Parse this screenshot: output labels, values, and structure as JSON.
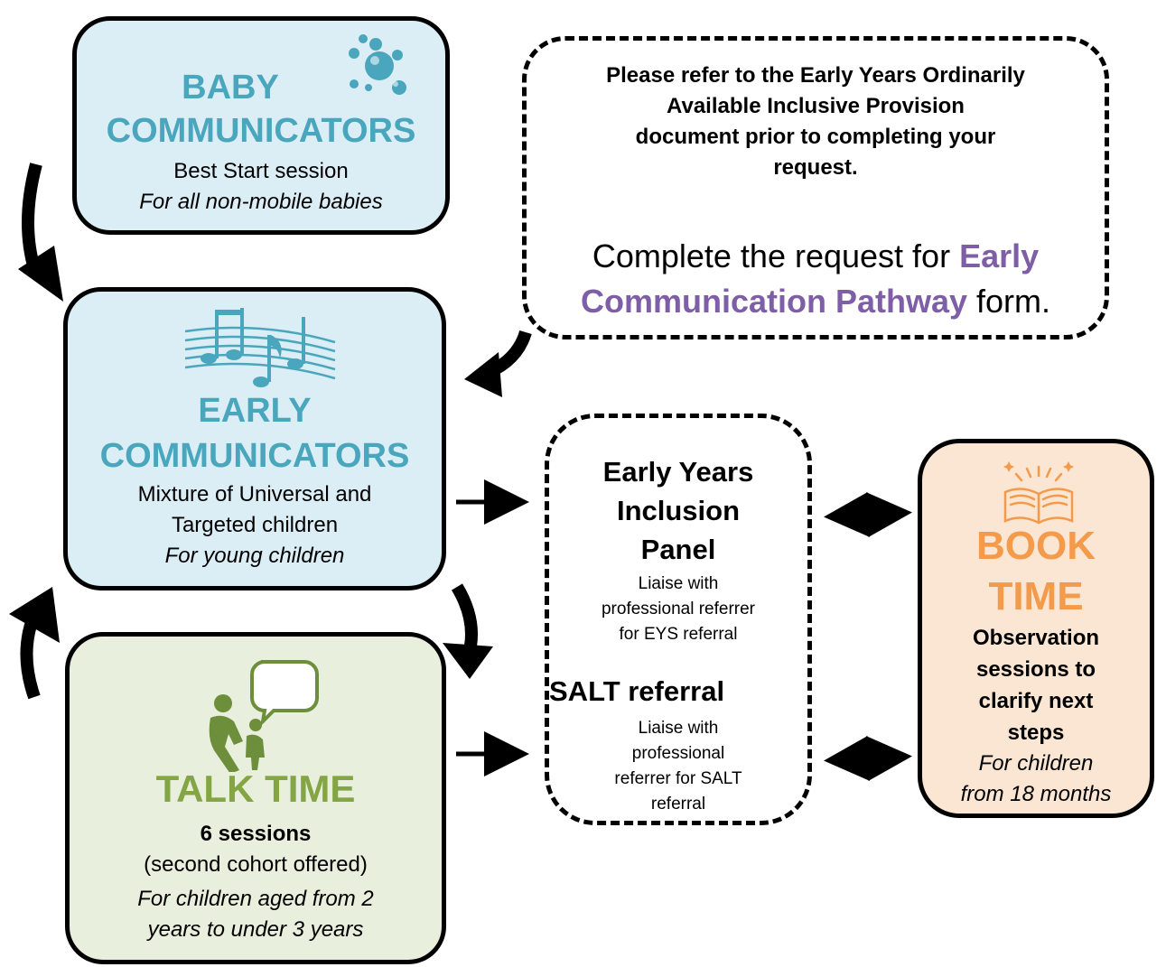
{
  "colors": {
    "baby_fill": "#dbeef5",
    "early_fill": "#dbeef5",
    "talk_fill": "#e8efdd",
    "book_fill": "#fbe5d3",
    "blue_accent": "#4aa6bd",
    "green_accent": "#84a543",
    "orange_accent": "#f49a4b",
    "purple_accent": "#7e5ea6"
  },
  "icons": {
    "baby": "bubbles-icon",
    "early": "music-notes-icon",
    "talk": "adult-child-speech-icon",
    "book": "open-book-sparkle-icon"
  },
  "baby": {
    "title_line1": "BABY",
    "title_line2": "COMMUNICATORS",
    "line1": "Best Start session",
    "line2": "For all non-mobile babies"
  },
  "early": {
    "title_line1": "EARLY",
    "title_line2": "COMMUNICATORS",
    "line1": "Mixture of Universal and",
    "line2": "Targeted children",
    "line3": "For young children"
  },
  "talk": {
    "title": "TALK TIME",
    "line1": "6 sessions",
    "line2": "(second cohort offered)",
    "line3": "For children aged from 2",
    "line4": "years to under 3 years"
  },
  "info": {
    "bold_line1": "Please refer to the Early Years Ordinarily",
    "bold_line2": "Available Inclusive Provision",
    "bold_line3": "document prior to completing your",
    "bold_line4": "request.",
    "complete_prefix": "Complete the request for",
    "highlight_line1": "Early",
    "highlight_line2": "Communication Pathway",
    "complete_suffix": "form."
  },
  "panel": {
    "title_line1": "Early Years",
    "title_line2": "Inclusion",
    "title_line3": "Panel",
    "desc1_line1": "Liaise with",
    "desc1_line2": "professional referrer",
    "desc1_line3": "for EYS referral",
    "salt_title": "SALT referral",
    "desc2_line1": "Liaise with",
    "desc2_line2": "professional",
    "desc2_line3": "referrer for SALT",
    "desc2_line4": "referral"
  },
  "book": {
    "title_line1": "BOOK",
    "title_line2": "TIME",
    "line1": "Observation",
    "line2": "sessions to",
    "line3": "clarify next",
    "line4": "steps",
    "line5": "For children",
    "line6": "from 18 months"
  }
}
